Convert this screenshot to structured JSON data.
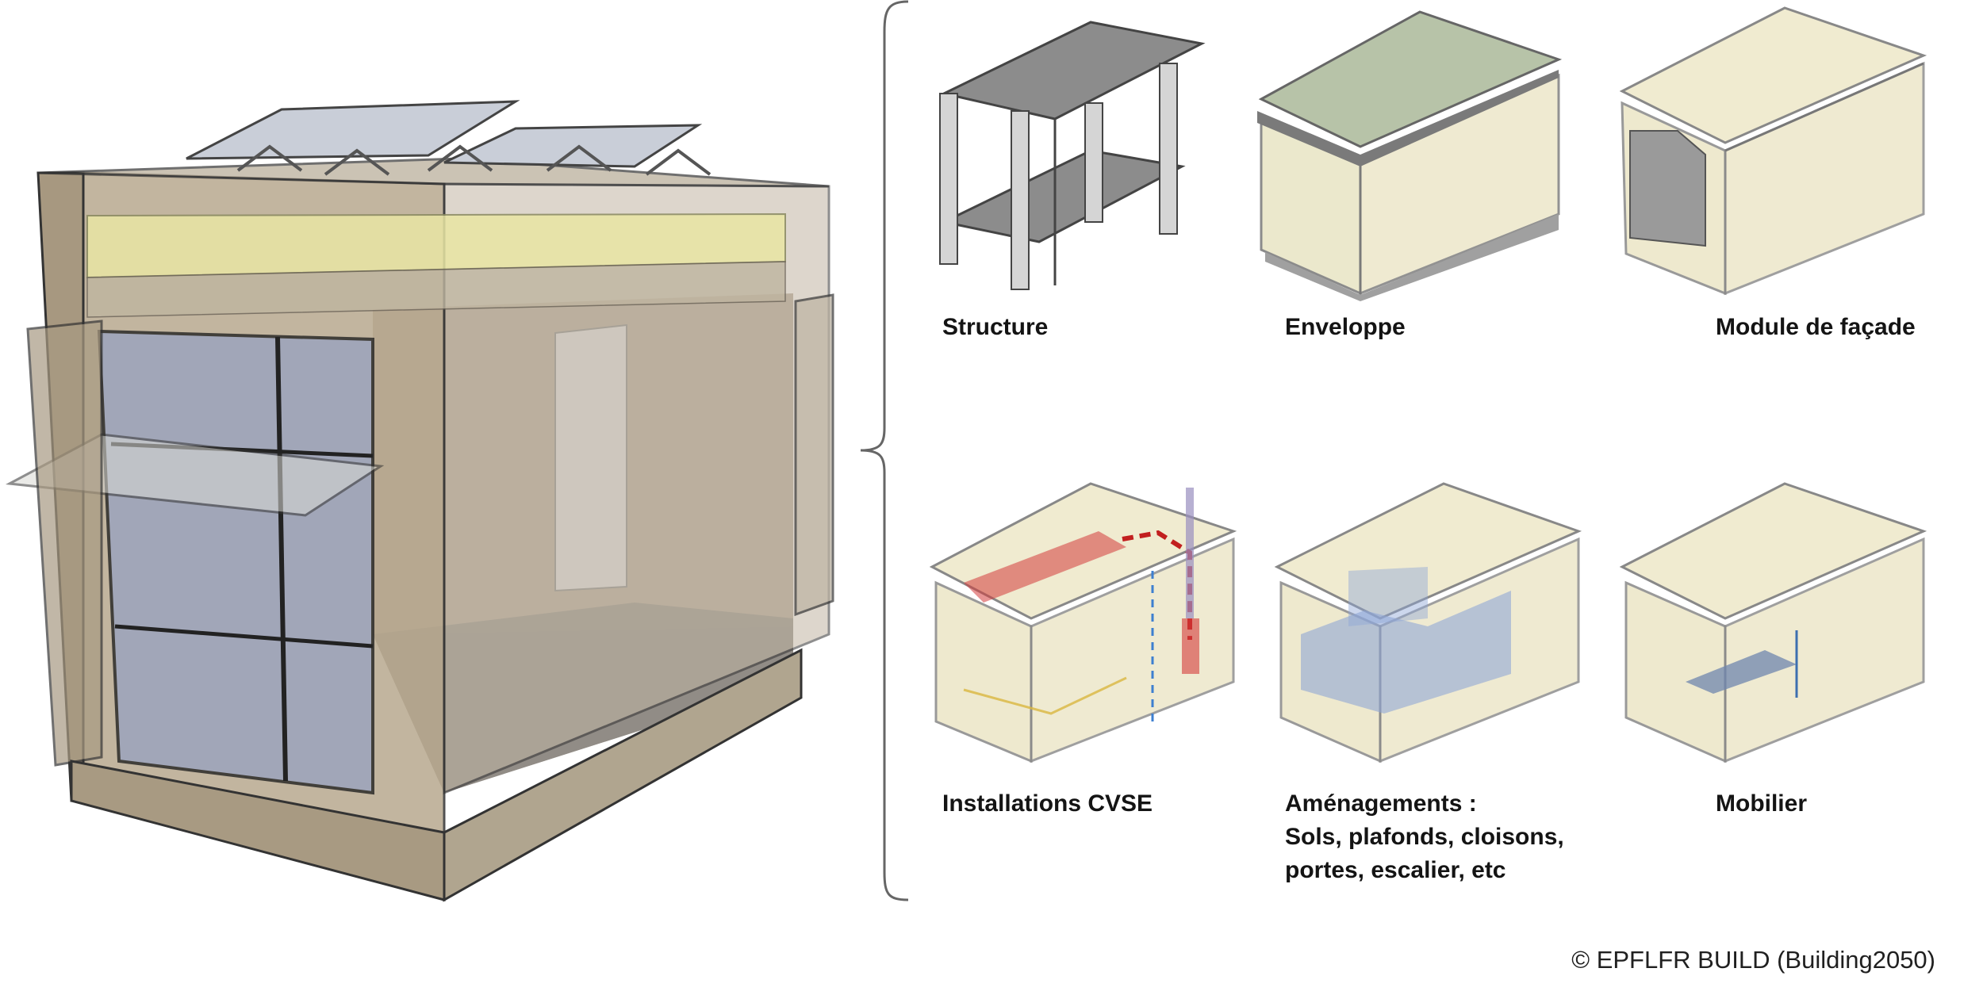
{
  "labels": {
    "structure": "Structure",
    "enveloppe": "Enveloppe",
    "module_facade": "Module de façade",
    "installations": "Installations CVSE",
    "amenagements_line1": "Aménagements :",
    "amenagements_line2": "Sols, plafonds, cloisons,",
    "amenagements_line3": "portes, escalier, etc",
    "mobilier": "Mobilier"
  },
  "copyright": "© EPFLFR BUILD (Building2050)",
  "colors": {
    "module_wood": "#b5a58c",
    "cream_volume": "#ece6c6",
    "insulation_yellow": "#e9e6a4",
    "glass_blue": "#9aa3bf",
    "structure_grey": "#9c9c9c",
    "heating_red": "#d43b3b",
    "water_blue": "#3d7fd0",
    "partition_blue": "#8fa7d6"
  }
}
